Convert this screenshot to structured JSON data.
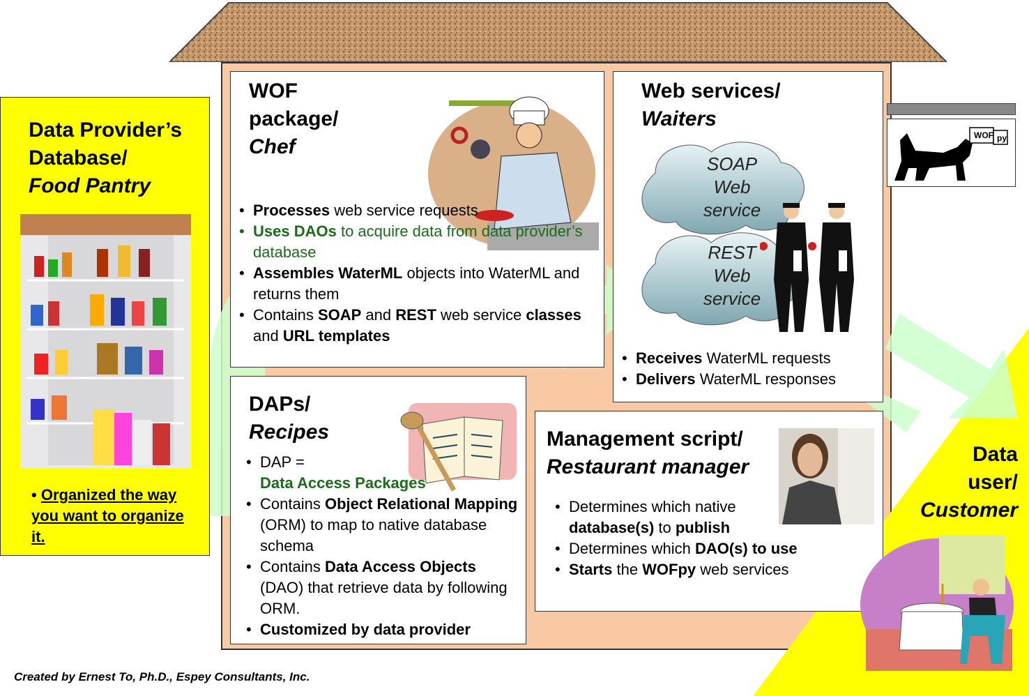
{
  "pantry": {
    "title_line1": "Data Provider’s",
    "title_line2": "Database/",
    "title_italic": "Food Pantry",
    "bullet": "Organized the way you want to organize it."
  },
  "wof": {
    "title_line1": "WOF",
    "title_line2": "package/",
    "title_italic": "Chef",
    "items": [
      {
        "bold": "Processes",
        "rest": " web service requests"
      },
      {
        "bold": "Uses DAOs",
        "rest": " to acquire data from data provider’s database"
      },
      {
        "bold": "Assembles WaterML",
        "rest": " objects into WaterML and returns them"
      },
      {
        "pre": "Contains ",
        "bold": "SOAP",
        "mid": " and ",
        "bold2": "REST",
        "rest": " web service ",
        "bold3": "classes",
        "mid2": " and ",
        "bold4": "URL templates"
      }
    ]
  },
  "web": {
    "title_line1": "Web services/",
    "title_italic": "Waiters",
    "soap": [
      "SOAP",
      "Web",
      "service"
    ],
    "rest": [
      "REST",
      "Web",
      "service"
    ],
    "items": [
      {
        "bold": "Receives",
        "rest": " WaterML requests"
      },
      {
        "bold": "Delivers",
        "rest": " WaterML responses"
      }
    ]
  },
  "daps": {
    "title_line1": "DAPs/",
    "title_italic": "Recipes",
    "items": [
      {
        "pre": "DAP =",
        "bold": "Data Access Packages"
      },
      {
        "pre": "Contains ",
        "bold": "Object Relational Mapping",
        "rest": " (ORM) to map to native database schema"
      },
      {
        "pre": "Contains ",
        "bold": "Data Access Objects",
        "rest": " (DAO) that retrieve data by following ORM."
      },
      {
        "bold": "Customized by data provider"
      }
    ]
  },
  "mgmt": {
    "title_line1": "Management script/",
    "title_italic": "Restaurant manager",
    "items": [
      {
        "pre": "Determines which native ",
        "bold": "database(s)",
        "rest": " to ",
        "bold2": "publish"
      },
      {
        "pre": "Determines which ",
        "bold": "DAO(s) to use"
      },
      {
        "bold": "Starts",
        "rest": " the ",
        "bold2": "WOFpy",
        "rest2": " web services"
      }
    ]
  },
  "customer": {
    "line1": "Data",
    "line2": "user/",
    "italic": "Customer"
  },
  "sign": {
    "text1": "WOF",
    "text2": "py"
  },
  "credit": "Created by Ernest To, Ph.D., Espey Consultants, Inc.",
  "colors": {
    "pantry": "#ffff00",
    "house": "#f9c9a4",
    "arrow": "#ccffcc",
    "roof": "#b8835a"
  }
}
